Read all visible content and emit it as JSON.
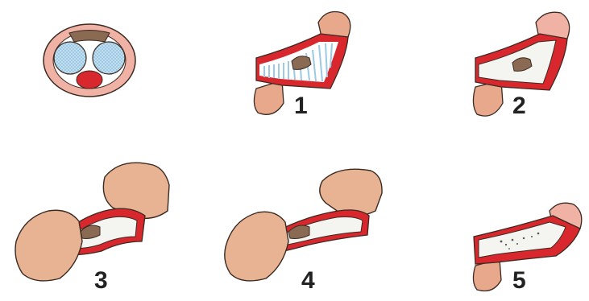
{
  "steps": [
    {
      "number": "1"
    },
    {
      "number": "2"
    },
    {
      "number": "3"
    },
    {
      "number": "4"
    },
    {
      "number": "5"
    }
  ],
  "colors": {
    "skin": "#e8a88c",
    "skin_dark": "#c98a70",
    "hand": "#e8b393",
    "hand_outline": "#3a2a22",
    "tunica_red": "#d8282e",
    "sheath_pink": "#f0b2a4",
    "inner_white": "#f4f4f0",
    "plaque_brown": "#8a6a52",
    "spongy_blue": "#9cc9e4",
    "spongy_stripe": "#bcd7ea"
  }
}
